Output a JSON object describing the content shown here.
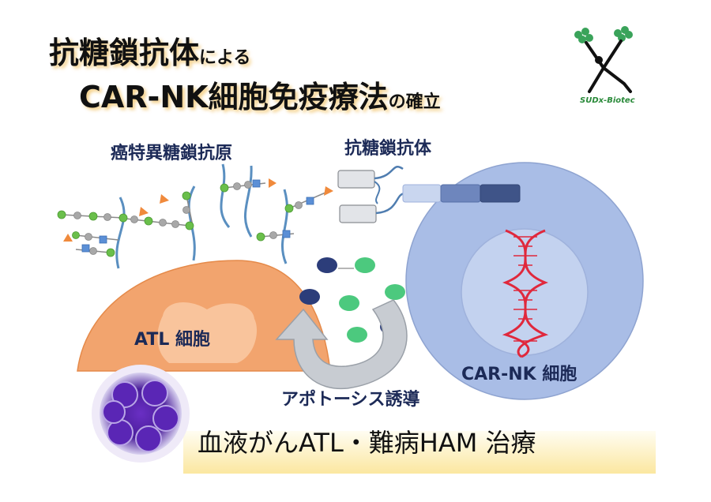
{
  "title": {
    "line1_main": "抗糖鎖抗体",
    "line1_suffix": "による",
    "line2_main": "CAR-NK細胞免疫療法",
    "line2_suffix": "の確立"
  },
  "logo": {
    "text": "SUDx-Biotec",
    "icon": "stick-figure-logo-icon"
  },
  "labels": {
    "antigen": "癌特異糖鎖抗原",
    "antibody": "抗糖鎖抗体",
    "atl_cell": "ATL 細胞",
    "car_nk_cell": "CAR-NK 細胞",
    "apoptosis": "アポトーシス誘導"
  },
  "bottom": {
    "text": "血液がんATL・難病HAM 治療"
  },
  "colors": {
    "atl_cell": "#f2a46e",
    "atl_nucleus": "#f9c49c",
    "nk_cell": "#a9bde6",
    "nk_nucleus": "#c3d2ef",
    "dna": "#e0283c",
    "glycan_green": "#6abf4b",
    "glycan_gray": "#a8a8a8",
    "glycan_blue": "#5b8fd6",
    "glycan_orange": "#f08a3c",
    "granule_green": "#4cc97e",
    "granule_navy": "#2c3d7a",
    "arrow_gray": "#c8ccd2",
    "title_shadow": "#ebaa28"
  }
}
